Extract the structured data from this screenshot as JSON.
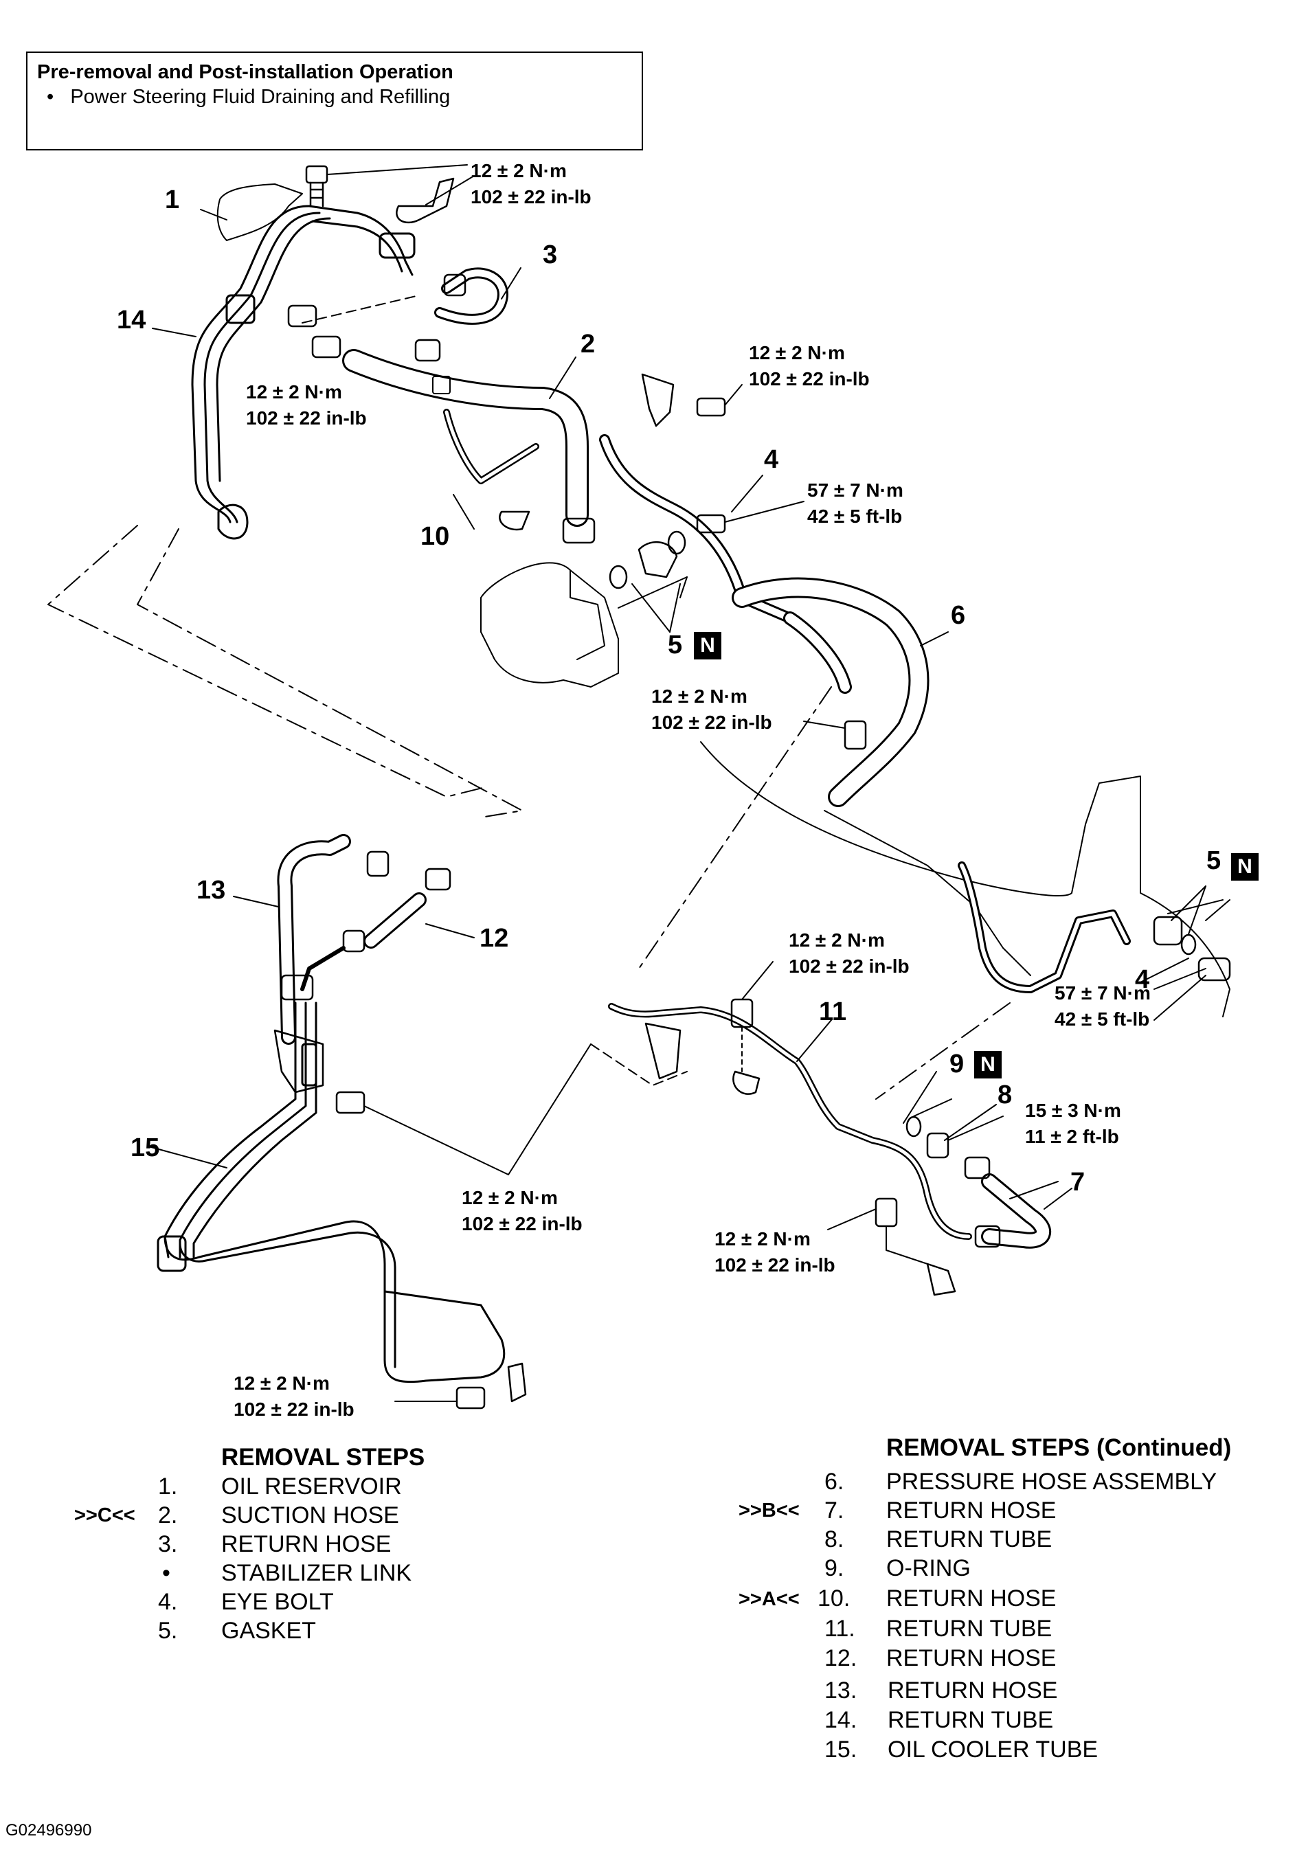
{
  "pre_removal": {
    "title": "Pre-removal and Post-installation Operation",
    "bullet": "Power Steering Fluid Draining and Refilling"
  },
  "part_numbers": {
    "n1": "1",
    "n2": "2",
    "n3": "3",
    "n4a": "4",
    "n4b": "4",
    "n5a": "5",
    "n5b": "5",
    "n6": "6",
    "n7": "7",
    "n8": "8",
    "n9": "9",
    "n10": "10",
    "n11": "11",
    "n12": "12",
    "n13": "13",
    "n14": "14",
    "n15": "15"
  },
  "badge_letter": "N",
  "torques": {
    "t12_nm": "12 ± 2 N·m",
    "t12_inlb": "102  ± 22 in-lb",
    "t57_nm": "57 ± 7 N·m",
    "t57_ftlb": "42  ± 5 ft-lb",
    "t15_nm": "15 ± 3 N·m",
    "t15_ftlb": "11  ± 2 ft-lb"
  },
  "removal_steps": {
    "title": "REMOVAL STEPS",
    "items": [
      {
        "num": "1.",
        "label": "OIL RESERVOIR",
        "code": ""
      },
      {
        "num": "2.",
        "label": "SUCTION HOSE",
        "code": ">>C<<"
      },
      {
        "num": "3.",
        "label": "RETURN HOSE",
        "code": ""
      },
      {
        "num": "•",
        "label": "STABILIZER LINK",
        "code": ""
      },
      {
        "num": "4.",
        "label": "EYE BOLT",
        "code": ""
      },
      {
        "num": "5.",
        "label": "GASKET",
        "code": ""
      }
    ]
  },
  "removal_steps_cont": {
    "title": "REMOVAL STEPS (Continued)",
    "items": [
      {
        "num": "6.",
        "label": "PRESSURE HOSE ASSEMBLY",
        "code": ""
      },
      {
        "num": "7.",
        "label": "RETURN HOSE",
        "code": ">>B<<"
      },
      {
        "num": "8.",
        "label": "RETURN TUBE",
        "code": ""
      },
      {
        "num": "9.",
        "label": "O-RING",
        "code": ""
      },
      {
        "num": "10.",
        "label": "RETURN HOSE",
        "code": ">>A<<"
      },
      {
        "num": "11.",
        "label": "RETURN TUBE",
        "code": ""
      },
      {
        "num": "12.",
        "label": "RETURN HOSE",
        "code": ""
      },
      {
        "num": "13.",
        "label": "RETURN HOSE",
        "code": ""
      },
      {
        "num": "14.",
        "label": "RETURN TUBE",
        "code": ""
      },
      {
        "num": "15.",
        "label": "OIL COOLER TUBE",
        "code": ""
      }
    ]
  },
  "figure_id": "G02496990"
}
